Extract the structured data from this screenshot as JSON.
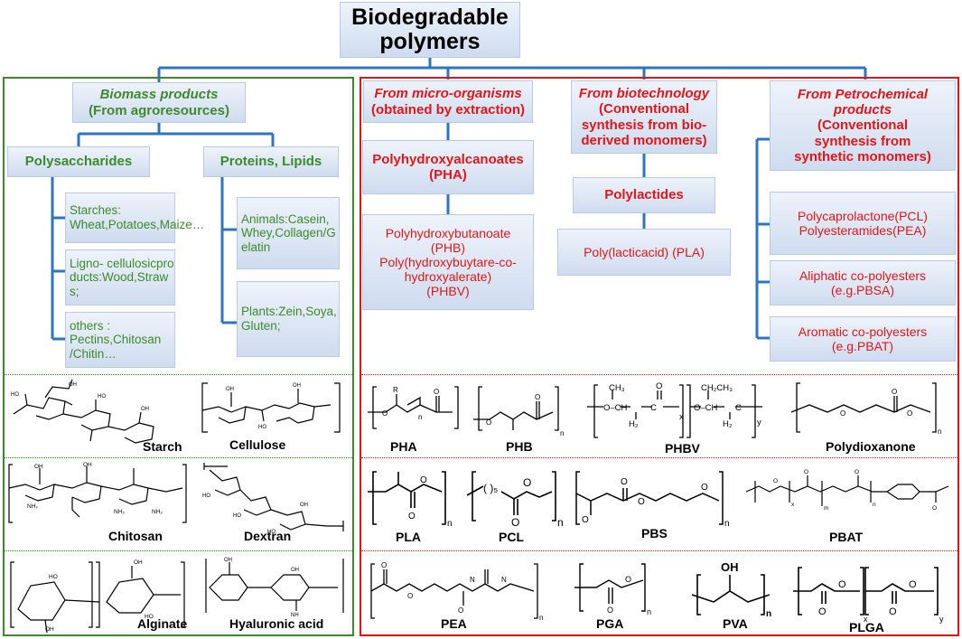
{
  "title": "Biodegradable\npolymers",
  "left_panel": {
    "header": {
      "line1": "Biomass products",
      "line2": "(From agroresources)"
    },
    "polysaccharides": {
      "label": "Polysaccharides",
      "items": [
        "Starches:\nWheat,Potatoes,Maize…",
        "Ligno-\ncellulosicproducts:Wood,Straws;",
        "others :\nPectins,Chitosan\n/Chitin…"
      ]
    },
    "proteins": {
      "label": "Proteins, Lipids",
      "items": [
        "Animals:Casein,Whey,Collagen/Gelatin",
        "Plants:Zein,Soya,Gluten;"
      ]
    },
    "structures": [
      "Starch",
      "Cellulose",
      "Chitosan",
      "Dextran",
      "Alginate",
      "Hyaluronic acid"
    ]
  },
  "right_panel": {
    "micro": {
      "header": {
        "line1": "From micro-organisms",
        "line2": "(obtained by extraction)"
      },
      "group": "Polyhydroxyalcanoates\n(PHA)",
      "examples": "Polyhydroxybutanoate\n(PHB)\nPoly(hydroxybuytare-co-\nhydroxyalerate)\n(PHBV)"
    },
    "biotech": {
      "header": {
        "line1": "From biotechnology",
        "line2": "(Conventional\nsynthesis from bio-\nderived monomers)"
      },
      "group": "Polylactides",
      "examples": "Poly(lacticacid) (PLA)"
    },
    "petro": {
      "header": {
        "line1": "From Petrochemical\nproducts",
        "line2": "(Conventional\nsynthesis from\nsynthetic monomers)"
      },
      "items": [
        "Polycaprolactone(PCL)\nPolyesteramides(PEA)",
        "Aliphatic co-polyesters\n(e.g.PBSA)",
        "Aromatic co-polyesters\n(e.g.PBAT)"
      ]
    },
    "structures": [
      "PHA",
      "PHB",
      "PHBV",
      "Polydioxanone",
      "PLA",
      "PCL",
      "PBS",
      "PBAT",
      "PEA",
      "PGA",
      "PVA",
      "PLGA"
    ]
  },
  "colors": {
    "green": "#3c8a2e",
    "red": "#e0161b",
    "connector": "#2e74c0",
    "title": "#000000"
  }
}
